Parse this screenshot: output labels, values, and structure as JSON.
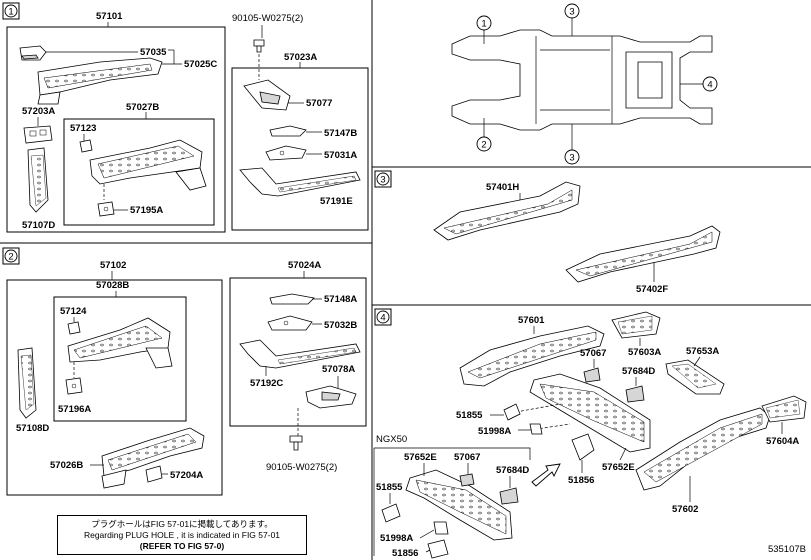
{
  "figure_code": "535107B",
  "callouts": {
    "c1": "1",
    "c2": "2",
    "c3": "3",
    "c4": "4"
  },
  "groups": {
    "g1": "57101",
    "g2": "57102",
    "g3": "57023A",
    "g4": "57024A"
  },
  "parts": {
    "p57035": "57035",
    "p57025C": "57025C",
    "p57027B": "57027B",
    "p57203A": "57203A",
    "p57123": "57123",
    "p57107D": "57107D",
    "p57195A": "57195A",
    "p90105a": "90105-W0275(2)",
    "p57077": "57077",
    "p57147B": "57147B",
    "p57031A": "57031A",
    "p57191E": "57191E",
    "p57028B": "57028B",
    "p57124": "57124",
    "p57196A": "57196A",
    "p57108D": "57108D",
    "p57026B": "57026B",
    "p57204A": "57204A",
    "p57148A": "57148A",
    "p57032B": "57032B",
    "p57192C": "57192C",
    "p57078A": "57078A",
    "p90105b": "90105-W0275(2)",
    "p57401H": "57401H",
    "p57402F": "57402F",
    "p57601": "57601",
    "p57067a": "57067",
    "p57603A": "57603A",
    "p57653A": "57653A",
    "p57684Da": "57684D",
    "p51855a": "51855",
    "p51998Aa": "51998A",
    "p57652Ea": "57652E",
    "p51856a": "51856",
    "p57604A": "57604A",
    "p57602": "57602",
    "pNGX50": "NGX50",
    "p57652Eb": "57652E",
    "p57067b": "57067",
    "p57684Db": "57684D",
    "p51855b": "51855",
    "p51998Ab": "51998A",
    "p51856b": "51856"
  },
  "note": {
    "line1": "プラグホールはFIG 57-01に掲載してあります。",
    "line2": "Regarding PLUG HOLE , it is indicated in FIG 57-01",
    "line3": "(REFER TO FIG 57-0)"
  }
}
